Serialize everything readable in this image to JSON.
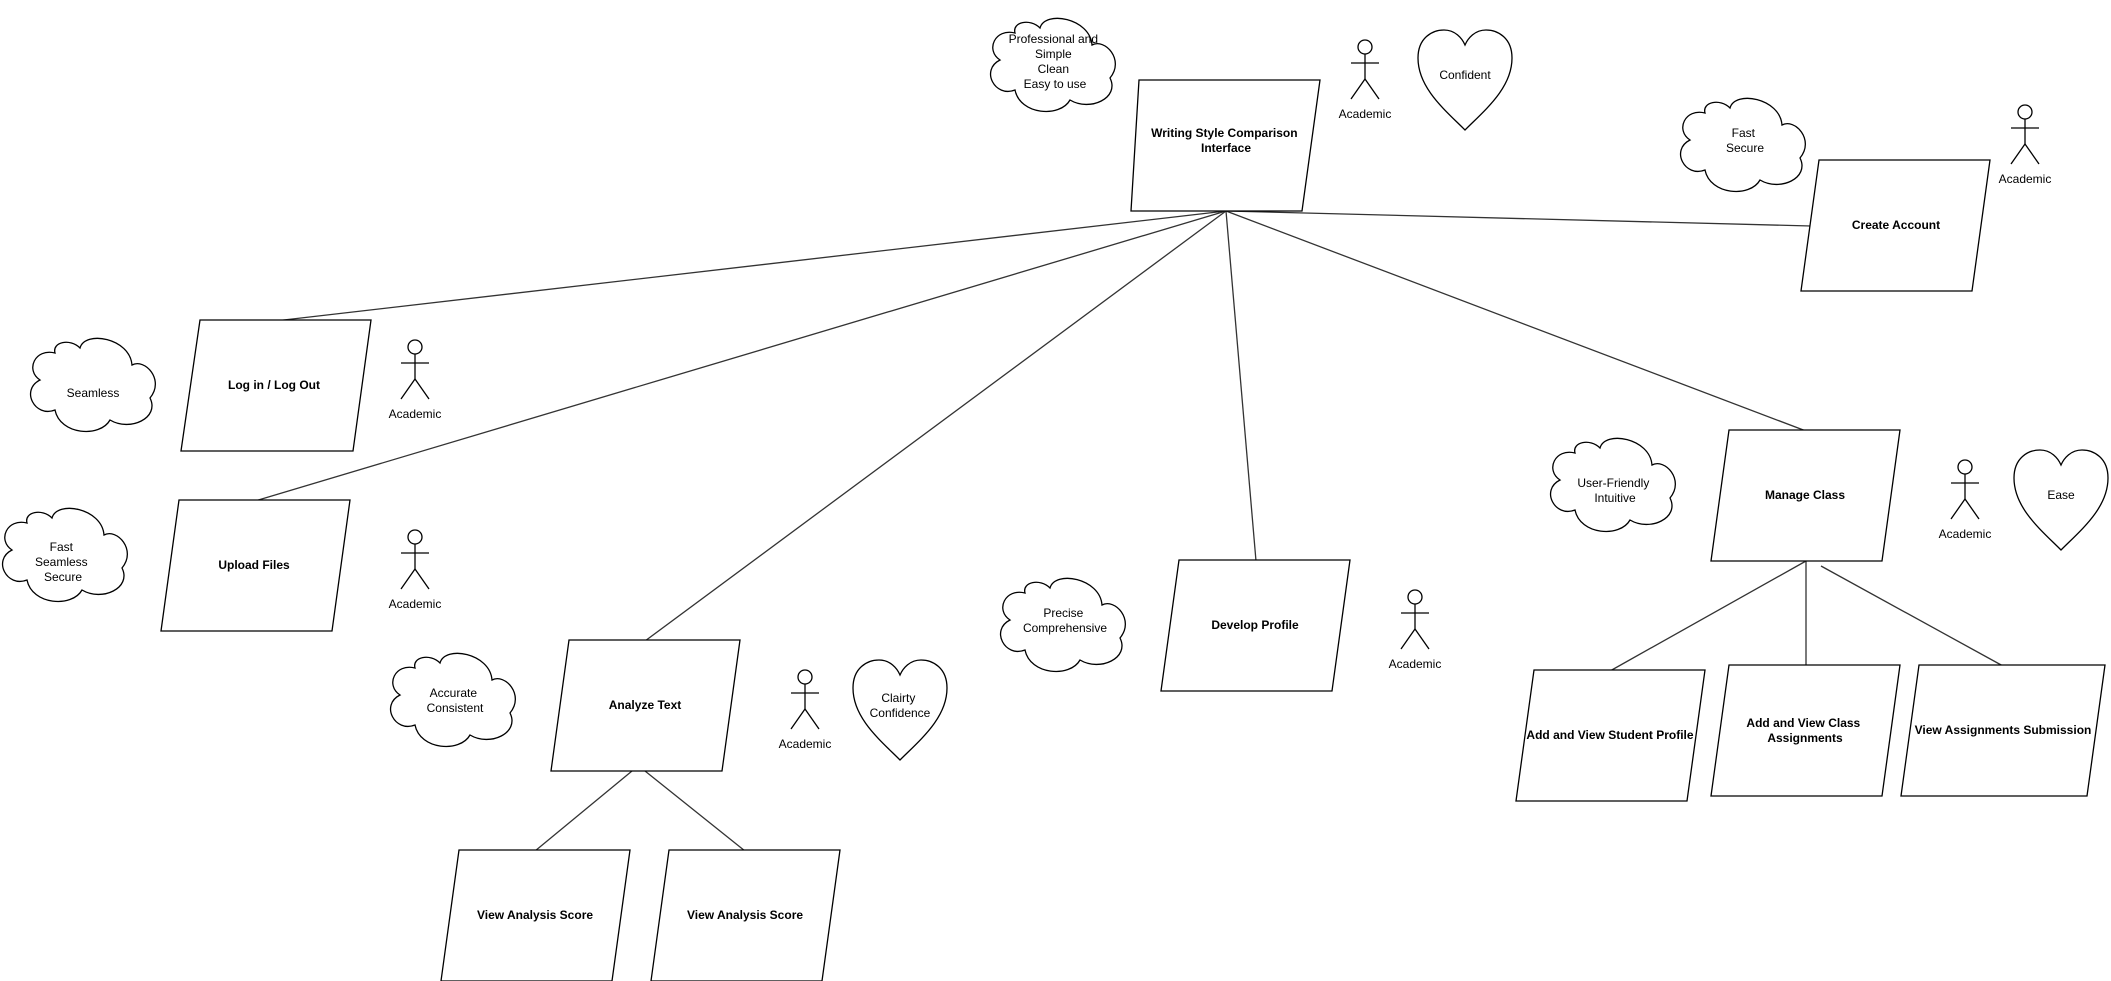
{
  "diagram": {
    "nodes": {
      "root": {
        "lines": [
          "Writing Style Comparison",
          "Interface"
        ]
      },
      "create_account": {
        "lines": [
          "Create Account"
        ]
      },
      "login": {
        "lines": [
          "Log in / Log Out"
        ]
      },
      "upload": {
        "lines": [
          "Upload Files"
        ]
      },
      "analyze": {
        "lines": [
          "Analyze Text"
        ]
      },
      "develop": {
        "lines": [
          "Develop Profile"
        ]
      },
      "manage": {
        "lines": [
          "Manage Class"
        ]
      },
      "score1": {
        "lines": [
          "View Analysis Score"
        ]
      },
      "score2": {
        "lines": [
          "View Analysis Score"
        ]
      },
      "student": {
        "lines": [
          "Add and View Student Profile"
        ]
      },
      "assignments": {
        "lines": [
          "Add and View Class",
          "Assignments"
        ]
      },
      "submission": {
        "lines": [
          "View Assignments Submission"
        ]
      }
    },
    "clouds": {
      "root": {
        "lines": [
          "Professional and",
          "Simple",
          "Clean",
          "Easy to use"
        ]
      },
      "create_account": {
        "lines": [
          "Fast",
          "Secure"
        ]
      },
      "login": {
        "lines": [
          "Seamless"
        ]
      },
      "upload": {
        "lines": [
          "Fast",
          "Seamless",
          "Secure"
        ]
      },
      "analyze": {
        "lines": [
          "Accurate",
          "Consistent"
        ]
      },
      "develop": {
        "lines": [
          "Precise",
          "Comprehensive"
        ]
      },
      "manage": {
        "lines": [
          "User-Friendly",
          "Intuitive"
        ]
      }
    },
    "hearts": {
      "root": {
        "lines": [
          "Confident"
        ]
      },
      "analyze": {
        "lines": [
          "Clairty",
          "Confidence"
        ]
      },
      "manage": {
        "lines": [
          "Ease"
        ]
      }
    },
    "actors": {
      "root": "Academic",
      "create_account": "Academic",
      "login": "Academic",
      "upload": "Academic",
      "analyze": "Academic",
      "develop": "Academic",
      "manage": "Academic"
    }
  }
}
